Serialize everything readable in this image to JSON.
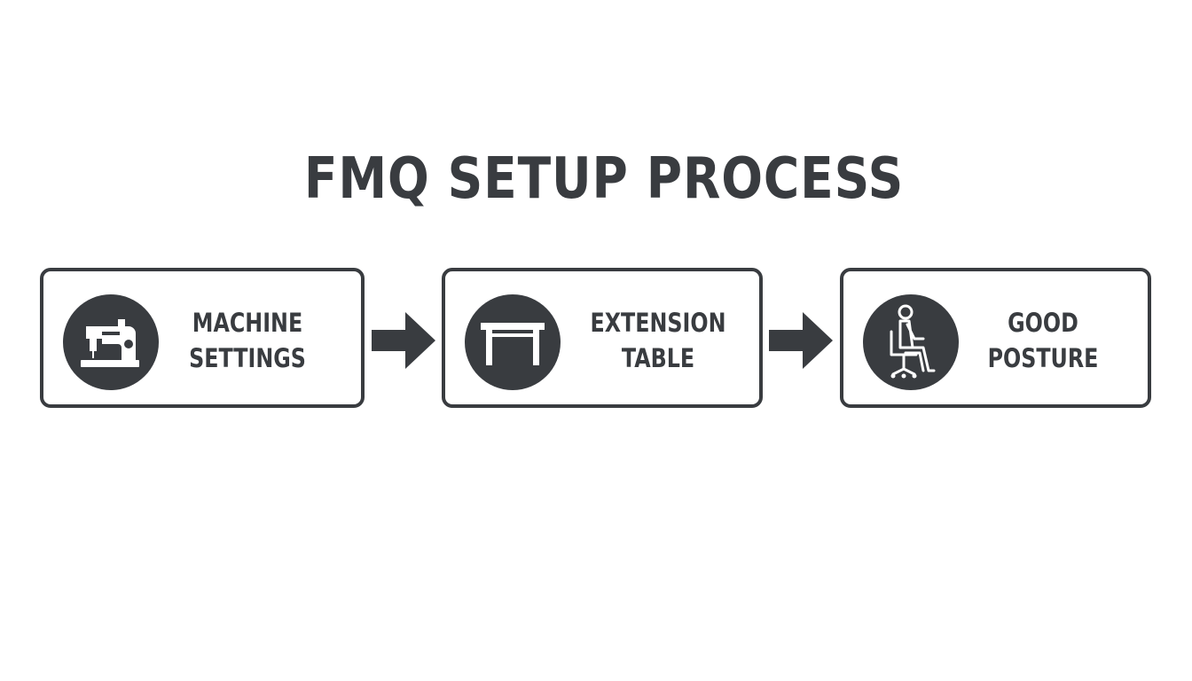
{
  "title": "FMQ SETUP PROCESS",
  "steps": [
    {
      "line1": "MACHINE",
      "line2": "SETTINGS",
      "icon": "sewing-machine-icon"
    },
    {
      "line1": "EXTENSION",
      "line2": "TABLE",
      "icon": "table-icon"
    },
    {
      "line1": "GOOD",
      "line2": "POSTURE",
      "icon": "seated-person-icon"
    }
  ],
  "colors": {
    "ink": "#393c40",
    "background": "#ffffff"
  }
}
